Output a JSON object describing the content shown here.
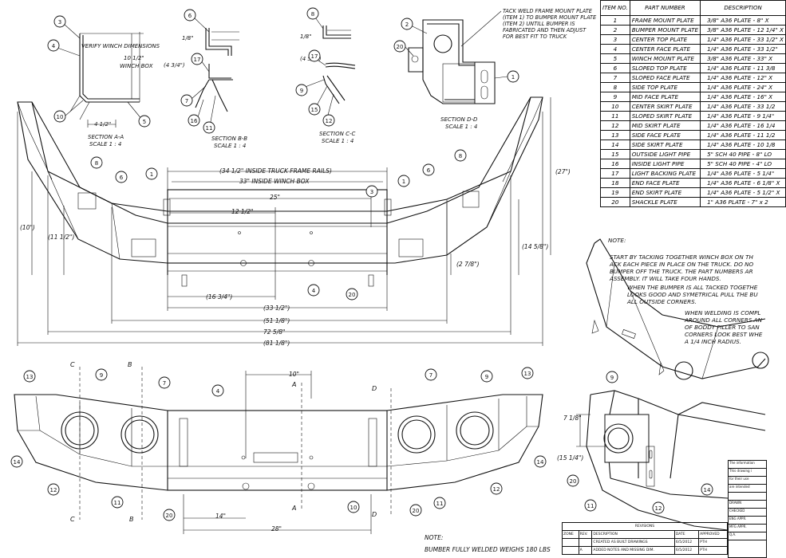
{
  "bom": {
    "headers": [
      "ITEM NO.",
      "PART NUMBER",
      "DESCRIPTION"
    ],
    "rows": [
      [
        "1",
        "FRAME MOUNT PLATE",
        "3/8\" A36 PLATE - 8\" X"
      ],
      [
        "2",
        "BUMPER MOUNT PLATE",
        "3/8\" A36 PLATE - 12 1/4\" X"
      ],
      [
        "3",
        "CENTER TOP PLATE",
        "1/4\" A36 PLATE - 33 1/2\" X"
      ],
      [
        "4",
        "CENTER FACE PLATE",
        "1/4\" A36 PLATE - 33 1/2\""
      ],
      [
        "5",
        "WINCH MOUNT PLATE",
        "3/8\" A36 PLATE - 33\" X"
      ],
      [
        "6",
        "SLOPED TOP PLATE",
        "1/4\" A36 PLATE - 11 3/8"
      ],
      [
        "7",
        "SLOPED FACE PLATE",
        "1/4\" A36 PLATE - 12\" X"
      ],
      [
        "8",
        "SIDE TOP PLATE",
        "1/4\" A36 PLATE - 24\" X"
      ],
      [
        "9",
        "MID FACE PLATE",
        "1/4\" A36 PLATE - 16\" X"
      ],
      [
        "10",
        "CENTER SKIRT PLATE",
        "1/4\" A36 PLATE - 33 1/2"
      ],
      [
        "11",
        "SLOPED SKIRT PLATE",
        "1/4\" A36 PLATE - 9 1/4\""
      ],
      [
        "12",
        "MID SKIRT PLATE",
        "1/4\" A36 PLATE - 16 1/4"
      ],
      [
        "13",
        "SIDE FACE PLATE",
        "1/4\" A36 PLATE - 11 1/2"
      ],
      [
        "14",
        "SIDE SKIRT PLATE",
        "1/4\" A36 PLATE - 10 1/8"
      ],
      [
        "15",
        "OUTSIDE LIGHT PIPE",
        "5\" SCH 40 PIPE - 8\" LO"
      ],
      [
        "16",
        "INSIDE LIGHT PIPE",
        "5\" SCH 40 PIPE - 4\" LO"
      ],
      [
        "17",
        "LIGHT BACKING PLATE",
        "1/4\" A36 PLATE - 5 1/4\""
      ],
      [
        "18",
        "END FACE PLATE",
        "1/4\" A36 PLATE - 6 1/8\" X"
      ],
      [
        "19",
        "END SKIRT PLATE",
        "1/4\" A36 PLATE - 5 1/2\" X"
      ],
      [
        "20",
        "SHACKLE PLATE",
        "1\" A36 PLATE - 7\" x 2"
      ]
    ]
  },
  "sections": {
    "aa": {
      "title": "SECTION A-A",
      "scale": "SCALE 1 : 4",
      "note": "VERIFY WINCH DIMENSIONS",
      "dim_h": "10 1/2\"",
      "dim_h_sub": "WINCH BOX",
      "dim_w": "4 1/2\""
    },
    "bb": {
      "title": "SECTION B-B",
      "scale": "SCALE 1 : 4",
      "dim1": "1/8\"",
      "dim2": "(4 3/4\")"
    },
    "cc": {
      "title": "SECTION C-C",
      "scale": "SCALE 1 : 4",
      "dim1": "1/8\"",
      "dim2": "(4 5/8\")"
    },
    "dd": {
      "title": "SECTION D-D",
      "scale": "SCALE 1 : 4",
      "note": "TACK WELD FRAME MOUNT PLATE (ITEM 1) TO BUMPER MOUNT PLATE (ITEM 2) UNTILL BUMPER IS FABRICATED AND THEN ADJUST FOR BEST FIT TO TRUCK"
    }
  },
  "top_view": {
    "dims": {
      "frame_rails": "(34 1/2\" INSIDE TRUCK FRAME RAILS)",
      "winch_box": "33\" INSIDE WINCH BOX",
      "d25": "25\"",
      "d12": "12 1/2\"",
      "d27": "(27\")",
      "d10": "(10\")",
      "d11": "(11 1/2\")",
      "d14": "(14 5/8\")",
      "d2": "(2 7/8\")",
      "d16": "(16 3/4\")",
      "d33": "(33 1/2\")",
      "d51": "(51 1/8\")",
      "d72": "72 5/8\"",
      "d81": "(81 1/8\")"
    }
  },
  "front_view": {
    "dims": {
      "d10": "10\"",
      "d14": "14\"",
      "d28": "28\""
    },
    "cut_labels": {
      "a": "A",
      "b": "B",
      "c": "C",
      "d": "D"
    }
  },
  "iso_view": {
    "dim1": "7 1/8\"",
    "dim2": "(15 1/4\")"
  },
  "notes": {
    "label": "NOTE:",
    "p1": "START BY TACKING TOGETHER WINCH BOX ON TH ACK EACH PIECE IN PLACE ON THE TRUCK. DO NO BUMPER OFF THE TRUCK. THE PART NUMBERS AR ASSEMBLY. IT WILL TAKE FOUR HANDS.",
    "p2": "WHEN THE BUMPER IS ALL TACKED TOGETHE LOOKS GOOD AND SYMETRICAL PULL THE BU ALL OUTSIDE CORNERS.",
    "p3": "WHEN WELDING IS COMPL AROUND ALL CORNERS AN OF BODDY FILLER TO SAN CORNERS LOOK BEST WHE A 1/4 INCH RADIUS.",
    "bottom_label": "NOTE:",
    "bottom": "BUMBER FULLY WELDED WEIGHS 180 LBS"
  },
  "revisions": {
    "title": "REVISIONS",
    "headers": [
      "ZONE",
      "REV.",
      "DESCRIPTION",
      "DATE",
      "APPROVED"
    ],
    "rows": [
      [
        "",
        "",
        "CREATED AS BUILT DRAWINGS",
        "6/5/2012",
        "PTH"
      ],
      [
        "",
        "A",
        "ADDED NOTES AND MISSING DIM.",
        "6/5/2012",
        "PTH"
      ]
    ]
  },
  "title_block": {
    "rows": [
      "The information",
      "This drawing i",
      "for their use",
      "are intended",
      "",
      "DRAWN",
      "CHECKED",
      "ENG APPR.",
      "MFG APPR.",
      "Q.A."
    ]
  },
  "balloons": {
    "aa": [
      "3",
      "4",
      "10",
      "5"
    ],
    "bb": [
      "6",
      "17",
      "7",
      "16",
      "11"
    ],
    "cc": [
      "8",
      "17",
      "9",
      "15",
      "12"
    ],
    "dd": [
      "2",
      "20",
      "1"
    ],
    "top": [
      "8",
      "6",
      "1",
      "3",
      "1",
      "6",
      "8",
      "4",
      "20"
    ],
    "front": [
      "13",
      "9",
      "7",
      "4",
      "7",
      "9",
      "13",
      "14",
      "12",
      "11",
      "20",
      "10",
      "20",
      "11",
      "12",
      "14"
    ],
    "iso": [
      "9",
      "20",
      "11",
      "12",
      "14"
    ]
  }
}
